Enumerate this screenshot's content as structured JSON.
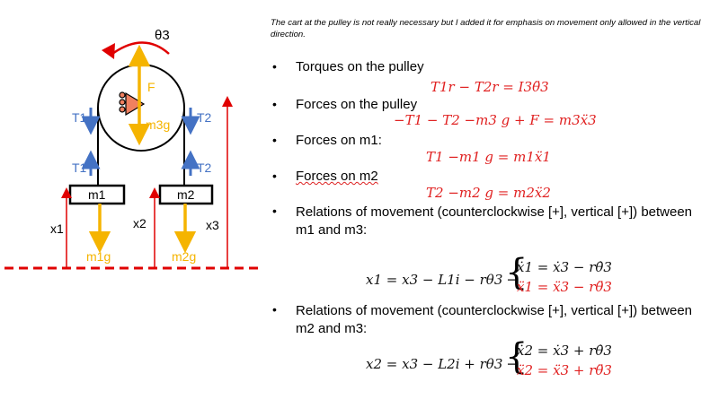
{
  "colors": {
    "force": "#f5b400",
    "tension": "#4472c4",
    "ground": "#e00000",
    "rotation": "#e00000",
    "equation_red": "#e02020",
    "triangle_fill": "#f08060"
  },
  "diagram": {
    "theta_label": "θ3",
    "F_label": "F",
    "m3g_label": "m3g",
    "T1_pulley_label": "T1",
    "T2_pulley_label": "T2",
    "T1_mass_label": "T1",
    "T2_mass_label": "T2",
    "m1_label": "m1",
    "m2_label": "m2",
    "m1g_label": "m1g",
    "m2g_label": "m2g",
    "x1_label": "x1",
    "x2_label": "x2",
    "x3_label": "x3"
  },
  "note": "The cart at the pulley is not really necessary but I added it for emphasis on movement only allowed in the vertical direction.",
  "bullets": [
    {
      "label": "Torques on the pulley",
      "equation": "T1r − T2r = I3θ̈3"
    },
    {
      "label": "Forces on the pulley",
      "equation": "−T1 − T2 −m3 g + F = m3ẍ3"
    },
    {
      "label": "Forces on m1:",
      "equation": "T1 −m1 g = m1ẍ1"
    },
    {
      "label": "Forces on m2",
      "equation": "T2 −m2 g = m2ẍ2"
    },
    {
      "label": "Relations of movement (counterclockwise [+], vertical [+]) between m1 and m3:",
      "equation": "x1 = x3 − L1i − rθ3 →",
      "eq_top": "ẋ1 = ẋ3 − rθ̇3",
      "eq_bottom": "ẍ1 = ẍ3 − rθ̈3"
    },
    {
      "label": "Relations of movement (counterclockwise [+], vertical [+]) between m2 and m3:",
      "equation": "x2 = x3 − L2i + rθ3 →",
      "eq_top": "ẋ2 = ẋ3 + rθ̇3",
      "eq_bottom": "ẍ2 = ẍ3 + rθ̈3"
    }
  ]
}
